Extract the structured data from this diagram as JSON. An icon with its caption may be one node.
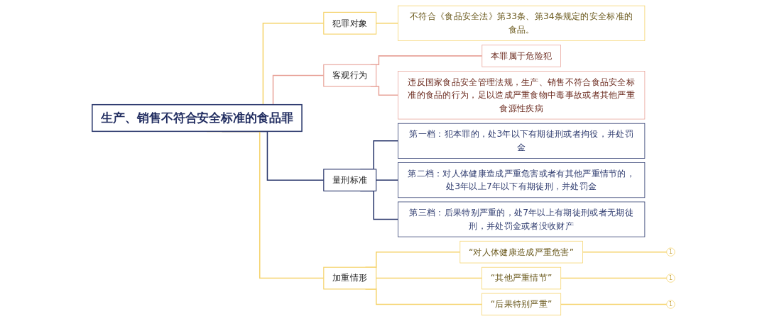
{
  "diagram": {
    "nodes": [
      {
        "text": [
          "生产、销售不符合安全标准的食品罪"
        ]
      },
      {
        "text": [
          "犯罪对象"
        ]
      },
      {
        "text": [
          "不符合《食品安全法》第33条、第34条规定的安全标准的食品。"
        ]
      },
      {
        "text": [
          "客观行为"
        ]
      },
      {
        "text": [
          "本罪属于危险犯"
        ]
      },
      {
        "text": [
          "违反国家食品安全管理法规，生产、销售不符合食品安全标准的食品的行为，足以造成严重食物中毒事故或者其他严重食源性疾病"
        ]
      },
      {
        "text": [
          "量刑标准"
        ]
      },
      {
        "text": [
          "第一档：犯本罪的，处3年以下有期徒刑或者拘役，并处罚金"
        ]
      },
      {
        "text": [
          "第二档：对人体健康造成严重危害或者有其他严重情节的，处3年以上7年以下有期徒刑，并处罚金"
        ]
      },
      {
        "text": [
          "第三档：后果特别严重的，处7年以上有期徒刑或者无期徒刑，并处罚金或者没收财产"
        ]
      },
      {
        "text": [
          "加重情形"
        ]
      },
      {
        "text": [
          "“对人体健康造成严重危害”"
        ]
      },
      {
        "text": [
          "“其他严重情节”"
        ]
      },
      {
        "text": [
          "“后果特别严重”"
        ]
      },
      {
        "text": [
          "1"
        ]
      },
      {
        "text": [
          "1"
        ]
      },
      {
        "text": [
          "1"
        ]
      }
    ],
    "edges": [
      {
        "from": 0,
        "to": 1,
        "arrow": "none"
      },
      {
        "from": 1,
        "to": 2,
        "arrow": "none"
      },
      {
        "from": 0,
        "to": 3,
        "arrow": "none",
        "color": "#e8a49a"
      },
      {
        "from": 3,
        "to": 4,
        "arrow": "none",
        "color": "#e8a49a"
      },
      {
        "from": 3,
        "to": 5,
        "arrow": "none",
        "color": "#e8a49a"
      },
      {
        "from": 0,
        "to": 6,
        "arrow": "none",
        "color": "#2d3a6e"
      },
      {
        "from": 6,
        "to": 7,
        "arrow": "none",
        "color": "#2d3a6e"
      },
      {
        "from": 6,
        "to": 8,
        "arrow": "none",
        "color": "#2d3a6e"
      },
      {
        "from": 6,
        "to": 9,
        "arrow": "none",
        "color": "#2d3a6e"
      },
      {
        "from": 0,
        "to": 10,
        "arrow": "none"
      },
      {
        "from": 10,
        "to": 11,
        "arrow": "none"
      },
      {
        "from": 10,
        "to": 12,
        "arrow": "none"
      },
      {
        "from": 10,
        "to": 13,
        "arrow": "none"
      },
      {
        "from": 11,
        "to": 14,
        "arrow": "none"
      },
      {
        "from": 12,
        "to": 15,
        "arrow": "none"
      },
      {
        "from": 13,
        "to": 16,
        "arrow": "none"
      }
    ]
  }
}
